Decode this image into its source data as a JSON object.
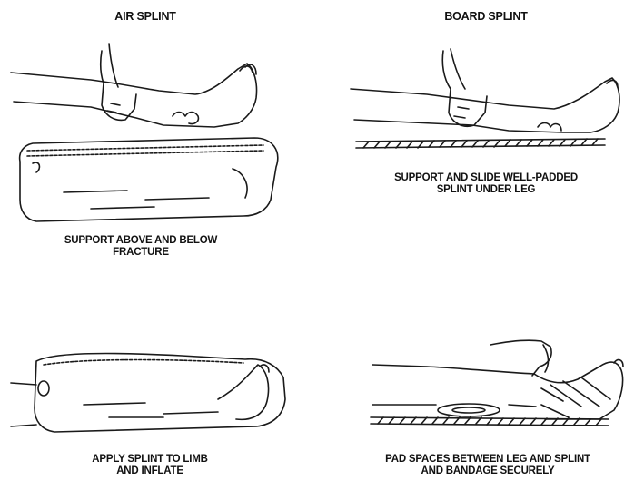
{
  "columns": {
    "left": {
      "title": "AIR SPLINT"
    },
    "right": {
      "title": "BOARD SPLINT"
    }
  },
  "panels": {
    "air_top": {
      "caption_line1": "SUPPORT ABOVE AND BELOW",
      "caption_line2": "FRACTURE"
    },
    "board_top": {
      "caption_line1": "SUPPORT AND SLIDE WELL-PADDED",
      "caption_line2": "SPLINT UNDER LEG"
    },
    "air_bottom": {
      "caption_line1": "APPLY SPLINT TO LIMB",
      "caption_line2": "AND INFLATE"
    },
    "board_bottom": {
      "caption_line1": "PAD SPACES BETWEEN LEG AND SPLINT",
      "caption_line2": "AND BANDAGE SECURELY"
    }
  }
}
